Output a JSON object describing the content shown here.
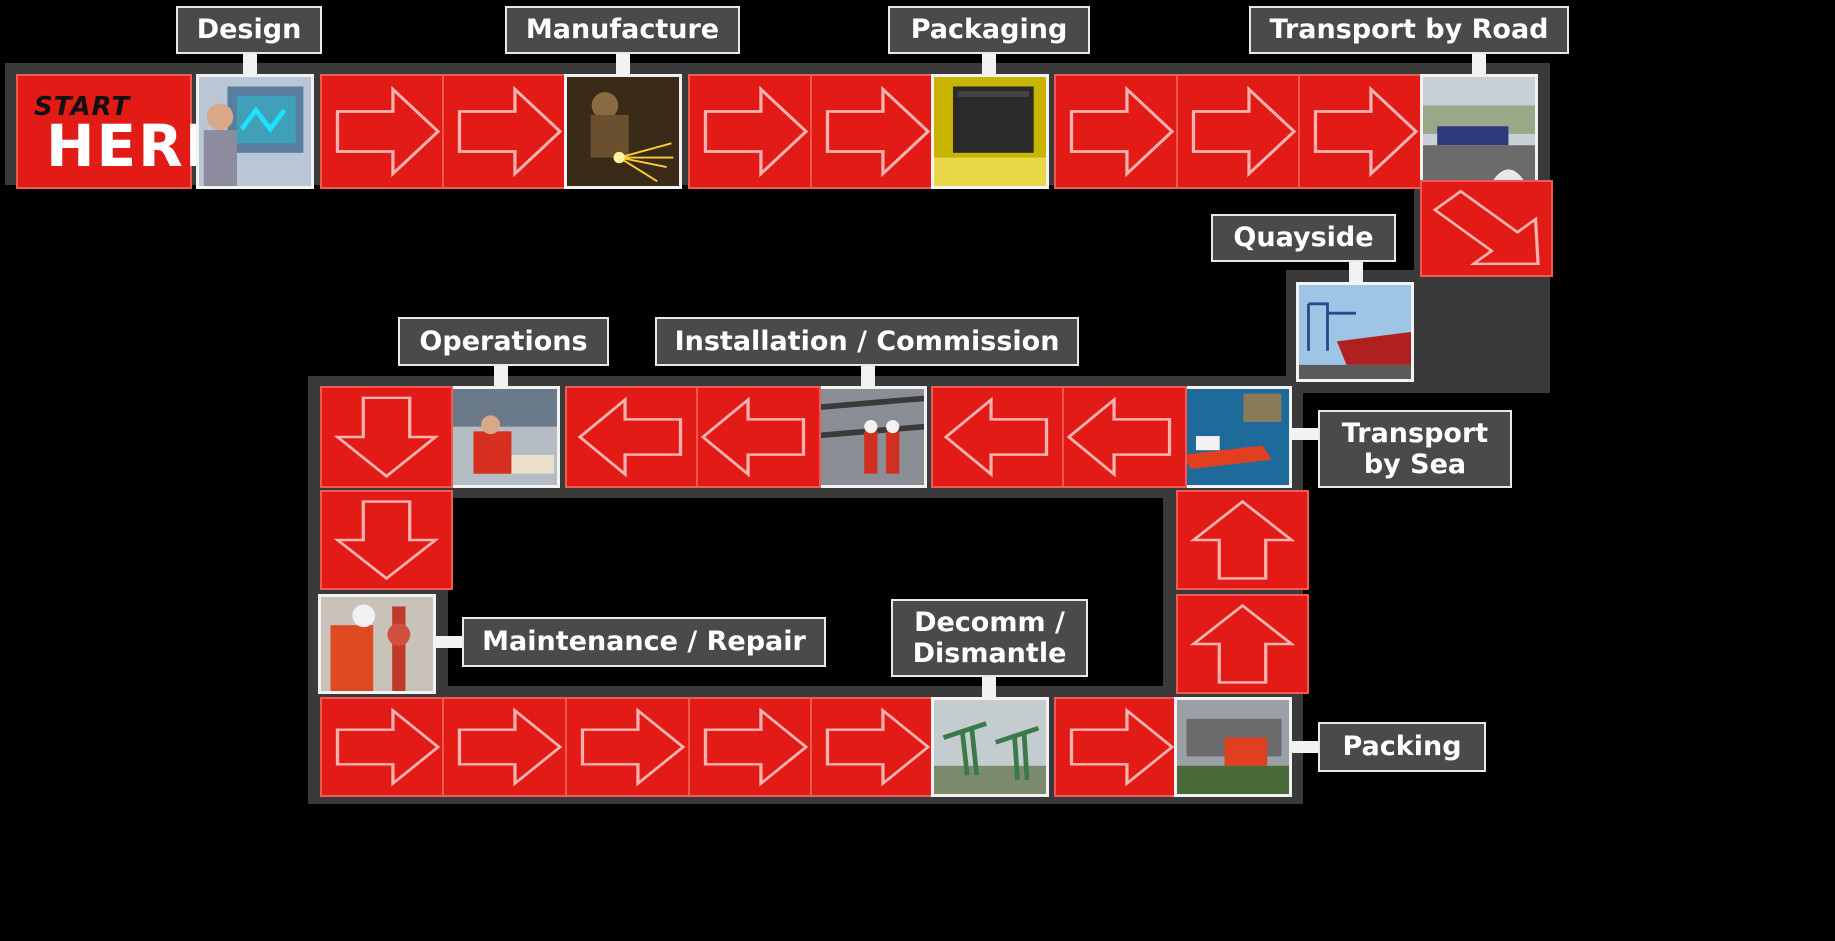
{
  "start": {
    "top": "START",
    "main": "HERE"
  },
  "labels": {
    "design": "Design",
    "manufacture": "Manufacture",
    "packaging": "Packaging",
    "transport_road": "Transport by Road",
    "quayside": "Quayside",
    "transport_sea": "Transport\nby Sea",
    "installation": "Installation / Commission",
    "operations": "Operations",
    "maintenance": "Maintenance / Repair",
    "decomm": "Decomm /\nDismantle",
    "packing": "Packing"
  },
  "colors": {
    "arrow_red": "#e31b17",
    "track": "#3a3a3a",
    "label_bg": "#4a4a4a"
  },
  "photos": {
    "design": "engineer-at-cad-screen",
    "manufacture": "grinding-sparks",
    "packaging": "container-warehouse",
    "road": "truck-on-bridge",
    "quay": "ship-at-quayside",
    "sea": "supply-vessel-at-platform",
    "install": "workers-on-platform",
    "ops": "control-room-operators",
    "maint": "technician-with-valves",
    "decomm": "pumpjacks",
    "packing": "packing-yard"
  }
}
